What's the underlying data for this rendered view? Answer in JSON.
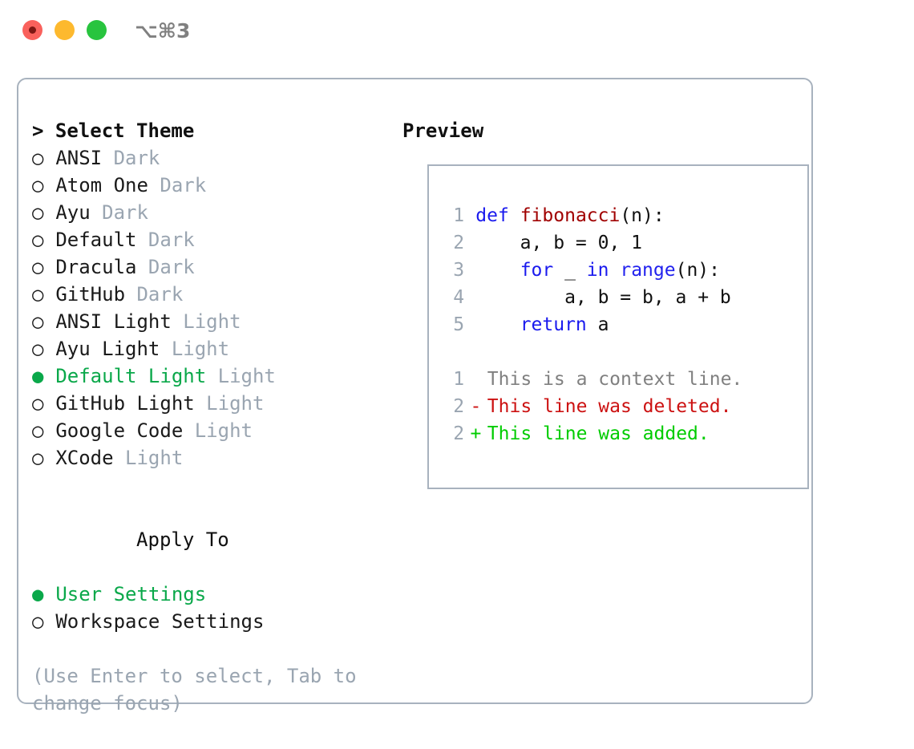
{
  "window": {
    "shortcut": "⌥⌘3",
    "traffic_lights": [
      {
        "name": "close",
        "color": "#f9615c"
      },
      {
        "name": "minimize",
        "color": "#fdb92e"
      },
      {
        "name": "maximize",
        "color": "#28c43e"
      }
    ]
  },
  "theme_picker": {
    "heading": "> Select Theme",
    "selected_marker": "●",
    "unselected_marker": "○",
    "selected_color": "#0aa84a",
    "suffix_color": "#9aa5b1",
    "items": [
      {
        "label": "ANSI",
        "suffix": "Dark",
        "selected": false
      },
      {
        "label": "Atom One",
        "suffix": "Dark",
        "selected": false
      },
      {
        "label": "Ayu",
        "suffix": "Dark",
        "selected": false
      },
      {
        "label": "Default",
        "suffix": "Dark",
        "selected": false
      },
      {
        "label": "Dracula",
        "suffix": "Dark",
        "selected": false
      },
      {
        "label": "GitHub",
        "suffix": "Dark",
        "selected": false
      },
      {
        "label": "ANSI Light",
        "suffix": "Light",
        "selected": false
      },
      {
        "label": "Ayu Light",
        "suffix": "Light",
        "selected": false
      },
      {
        "label": "Default Light",
        "suffix": "Light",
        "selected": true
      },
      {
        "label": "GitHub Light",
        "suffix": "Light",
        "selected": false
      },
      {
        "label": "Google Code",
        "suffix": "Light",
        "selected": false
      },
      {
        "label": "XCode",
        "suffix": "Light",
        "selected": false
      }
    ]
  },
  "apply_to": {
    "heading": "Apply To",
    "items": [
      {
        "label": "User Settings",
        "selected": true
      },
      {
        "label": "Workspace Settings",
        "selected": false
      }
    ]
  },
  "hint": "(Use Enter to select, Tab to change focus)",
  "preview": {
    "heading": "Preview",
    "code_lines": [
      {
        "no": "1",
        "tokens": [
          {
            "t": "def",
            "c": "kw"
          },
          {
            "t": " ",
            "c": "plain"
          },
          {
            "t": "fibonacci",
            "c": "fn"
          },
          {
            "t": "(n):",
            "c": "plain"
          }
        ]
      },
      {
        "no": "2",
        "tokens": [
          {
            "t": "    a, b = 0, 1",
            "c": "plain"
          }
        ]
      },
      {
        "no": "3",
        "tokens": [
          {
            "t": "    ",
            "c": "plain"
          },
          {
            "t": "for",
            "c": "kw"
          },
          {
            "t": " _ ",
            "c": "plain"
          },
          {
            "t": "in",
            "c": "kw"
          },
          {
            "t": " ",
            "c": "plain"
          },
          {
            "t": "range",
            "c": "builtin"
          },
          {
            "t": "(n):",
            "c": "plain"
          }
        ]
      },
      {
        "no": "4",
        "tokens": [
          {
            "t": "        a, b = b, a + b",
            "c": "plain"
          }
        ]
      },
      {
        "no": "5",
        "tokens": [
          {
            "t": "    ",
            "c": "plain"
          },
          {
            "t": "return",
            "c": "kw"
          },
          {
            "t": " a",
            "c": "plain"
          }
        ]
      }
    ],
    "diff_lines": [
      {
        "no": "1",
        "mark": " ",
        "text": "This is a context line.",
        "kind": "ctx"
      },
      {
        "no": "2",
        "mark": "-",
        "text": "This line was deleted.",
        "kind": "del"
      },
      {
        "no": "2",
        "mark": "+",
        "text": "This line was added.",
        "kind": "add"
      }
    ],
    "colors": {
      "keyword": "#1a1aee",
      "function": "#a00000",
      "builtin": "#2222ee",
      "plain": "#101010",
      "lineno": "#9aa5b1",
      "diff_context": "#808080",
      "diff_deleted": "#cc1111",
      "diff_added": "#00cc00"
    }
  }
}
